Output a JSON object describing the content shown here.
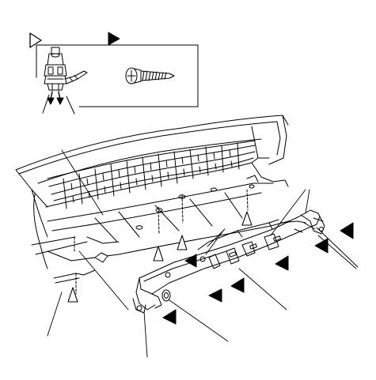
{
  "figure": {
    "inset": {
      "legend_hollow": "open-triangle-marker",
      "legend_solid": "solid-triangle-marker",
      "parts": [
        "bulb-socket-icon",
        "screw-icon"
      ]
    },
    "colors": {
      "ink": "#000000",
      "paper": "#ffffff"
    },
    "markers": {
      "hollow_count": 4,
      "solid_count": 7
    }
  }
}
